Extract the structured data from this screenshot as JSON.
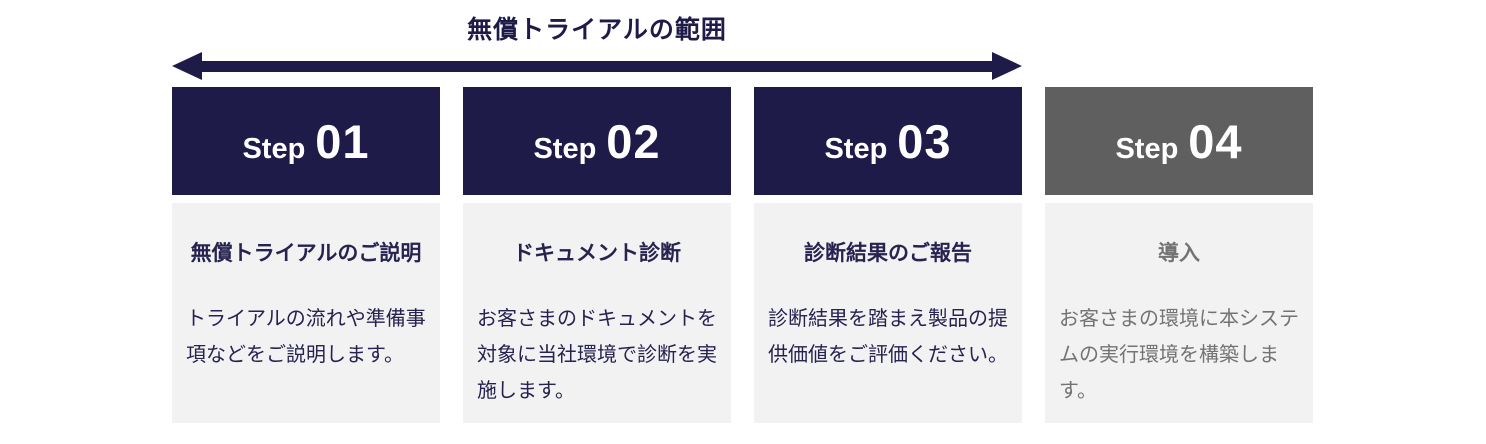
{
  "colors": {
    "navy": "#1e1b48",
    "navy_text": "#262350",
    "gray_header": "#5f5f5f",
    "gray_text": "#737373",
    "body_bg": "#f2f2f2",
    "header_text": "#ffffff"
  },
  "scope": {
    "label": "無償トライアルの範囲",
    "covers_steps": [
      "01",
      "02",
      "03"
    ]
  },
  "steps": [
    {
      "prefix": "Step",
      "number": "01",
      "title": "無償トライアルのご説明",
      "description": "トライアルの流れや準備事\n項などをご説明します。",
      "in_trial_scope": true
    },
    {
      "prefix": "Step",
      "number": "02",
      "title": "ドキュメント診断",
      "description": "お客さまのドキュメントを\n対象に当社環境で診断を実\n施します。",
      "in_trial_scope": true
    },
    {
      "prefix": "Step",
      "number": "03",
      "title": "診断結果のご報告",
      "description": "診断結果を踏まえ製品の提\n供価値をご評価ください。",
      "in_trial_scope": true
    },
    {
      "prefix": "Step",
      "number": "04",
      "title": "導入",
      "description": "お客さまの環境に本システ\nムの実行環境を構築します。",
      "in_trial_scope": false
    }
  ]
}
